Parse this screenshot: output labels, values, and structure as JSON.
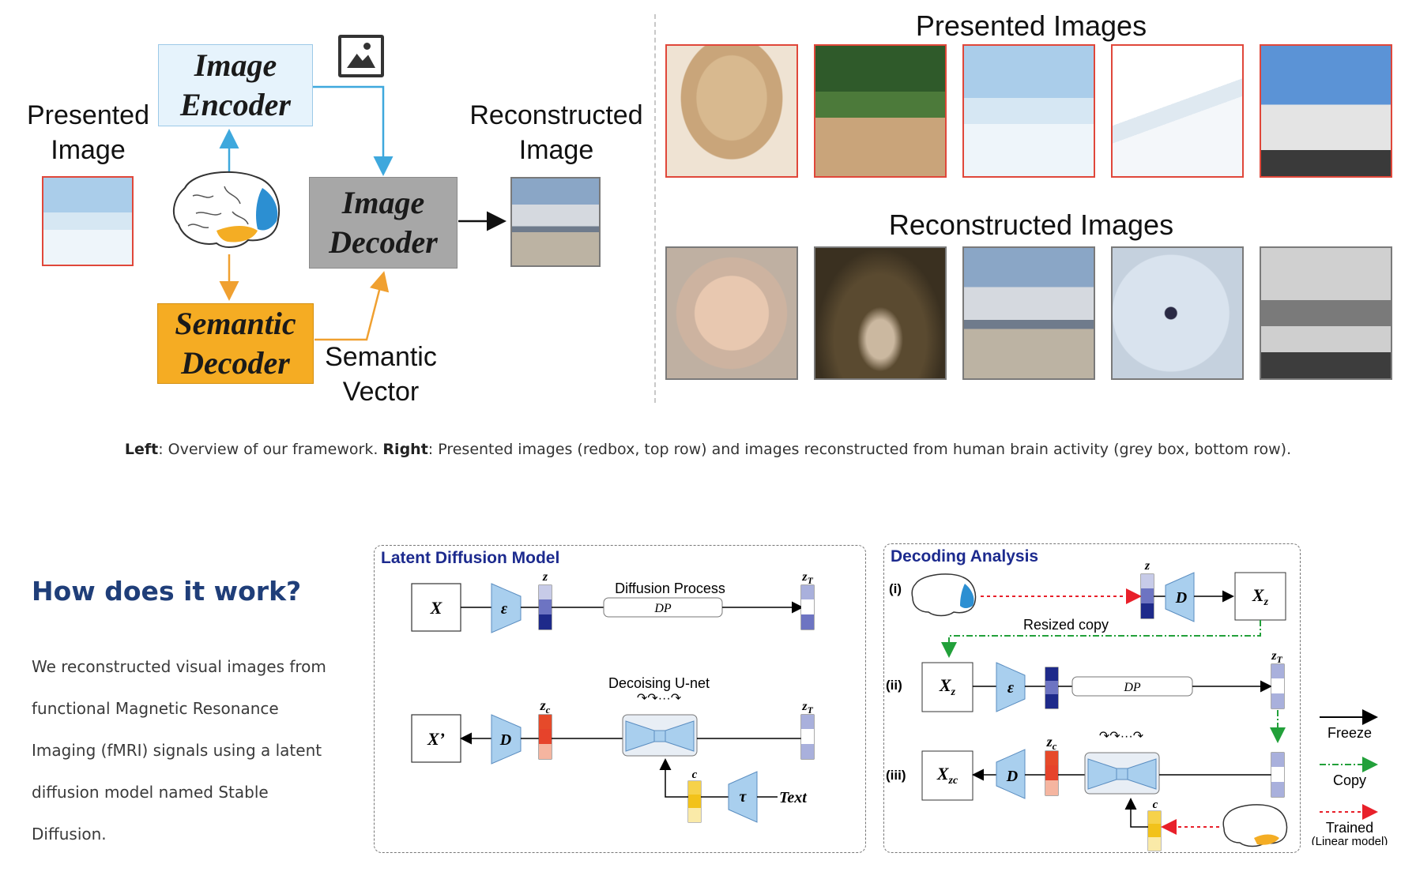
{
  "top_figure": {
    "presented_image_label": "Presented Image",
    "image_encoder": "Image Encoder",
    "image_decoder": "Image Decoder",
    "semantic_decoder": "Semantic Decoder",
    "semantic_vector": "Semantic Vector",
    "reconstructed_image_label": "Reconstructed Image",
    "presented_images_title": "Presented Images",
    "reconstructed_images_title": "Reconstructed Images",
    "colors": {
      "encoder_fill": "#e6f3fc",
      "decoder_fill": "#a7a7a7",
      "semantic_fill": "#f5ac23",
      "blue_arrow": "#3ea8dd",
      "orange_arrow": "#f0a030",
      "presented_border": "#e0473a",
      "reconstructed_border": "#7a7a7a"
    }
  },
  "caption": {
    "left_label": "Left",
    "left_text": ": Overview of our framework. ",
    "right_label": "Right",
    "right_text": ": Presented images (redbox, top row) and images reconstructed from human brain activity (grey box, bottom row)."
  },
  "section": {
    "heading": "How does it work?",
    "body": "We reconstructed visual images from functional Magnetic Resonance Imaging (fMRI) signals using a latent diffusion model named Stable Diffusion."
  },
  "ldm": {
    "title": "Latent Diffusion Model",
    "x": "X",
    "x_prime": "X’",
    "encoder": "ε",
    "decoder": "D",
    "tau": "τ",
    "z": "z",
    "zT": "z",
    "zT_sub": "T",
    "zc": "z",
    "zc_sub": "c",
    "c": "c",
    "diffusion_process": "Diffusion Process",
    "dp": "DP",
    "unet_label": "Decoising U-net",
    "loops": "↷↷···↷",
    "text": "Text"
  },
  "decoding": {
    "title": "Decoding Analysis",
    "step_i": "(i)",
    "step_ii": "(ii)",
    "step_iii": "(iii)",
    "xz": "X",
    "xz_sub": "z",
    "xzc": "X",
    "xzc_sub": "zc",
    "resized_copy": "Resized copy",
    "dp": "DP",
    "legend": {
      "freeze": "Freeze",
      "copy": "Copy",
      "trained": "Trained",
      "trained_sub": "(Linear model)"
    },
    "colors": {
      "freeze": "#000000",
      "copy": "#22a03a",
      "trained": "#e8202a"
    }
  }
}
